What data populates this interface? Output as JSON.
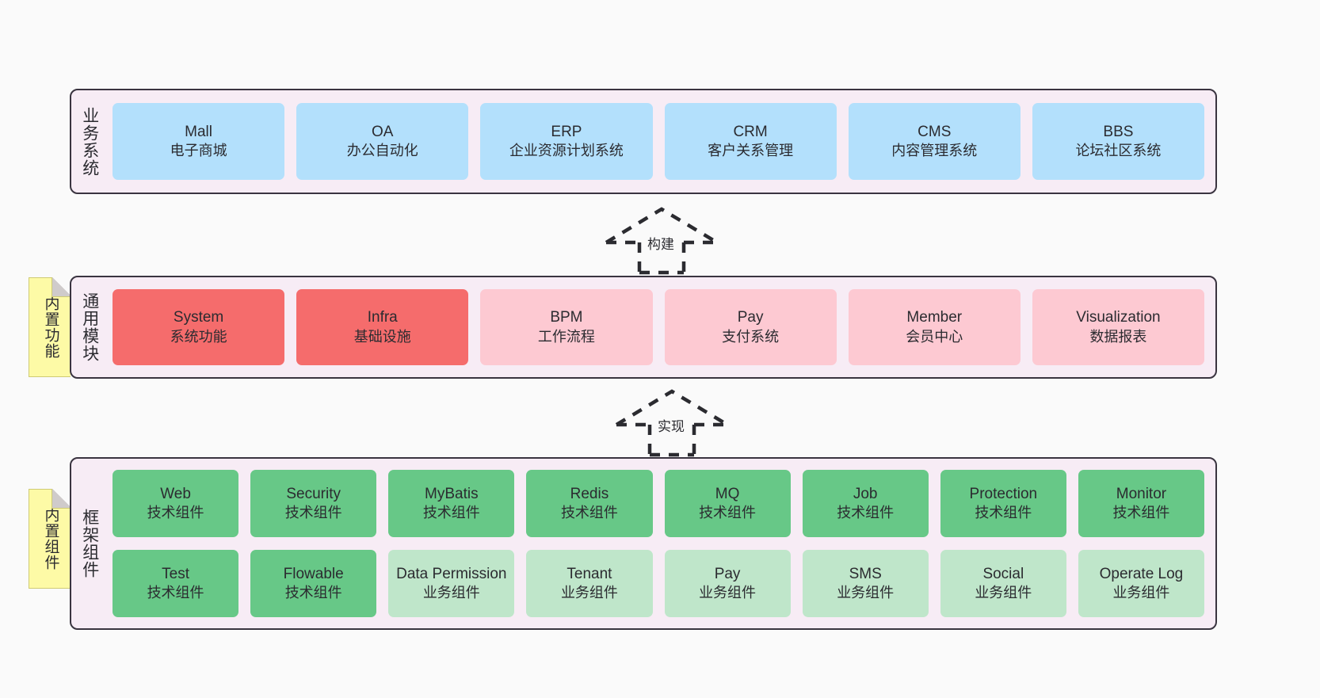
{
  "diagram": {
    "layers": [
      {
        "id": "business",
        "title": "业务系统",
        "rows": [
          {
            "cards": [
              {
                "name": "Mall",
                "desc": "电子商城"
              },
              {
                "name": "OA",
                "desc": "办公自动化"
              },
              {
                "name": "ERP",
                "desc": "企业资源计划系统"
              },
              {
                "name": "CRM",
                "desc": "客户关系管理"
              },
              {
                "name": "CMS",
                "desc": "内容管理系统"
              },
              {
                "name": "BBS",
                "desc": "论坛社区系统"
              }
            ]
          }
        ]
      },
      {
        "id": "common",
        "title": "通用模块",
        "note": "内置功能",
        "rows": [
          {
            "cards": [
              {
                "name": "System",
                "desc": "系统功能"
              },
              {
                "name": "Infra",
                "desc": "基础设施"
              },
              {
                "name": "BPM",
                "desc": "工作流程"
              },
              {
                "name": "Pay",
                "desc": "支付系统"
              },
              {
                "name": "Member",
                "desc": "会员中心"
              },
              {
                "name": "Visualization",
                "desc": "数据报表"
              }
            ]
          }
        ]
      },
      {
        "id": "frame",
        "title": "框架组件",
        "note": "内置组件",
        "rows": [
          {
            "cards": [
              {
                "name": "Web",
                "desc": "技术组件"
              },
              {
                "name": "Security",
                "desc": "技术组件"
              },
              {
                "name": "MyBatis",
                "desc": "技术组件"
              },
              {
                "name": "Redis",
                "desc": "技术组件"
              },
              {
                "name": "MQ",
                "desc": "技术组件"
              },
              {
                "name": "Job",
                "desc": "技术组件"
              },
              {
                "name": "Protection",
                "desc": "技术组件"
              },
              {
                "name": "Monitor",
                "desc": "技术组件"
              }
            ]
          },
          {
            "cards": [
              {
                "name": "Test",
                "desc": "技术组件"
              },
              {
                "name": "Flowable",
                "desc": "技术组件"
              },
              {
                "name": "Data Permission",
                "desc": "业务组件"
              },
              {
                "name": "Tenant",
                "desc": "业务组件"
              },
              {
                "name": "Pay",
                "desc": "业务组件"
              },
              {
                "name": "SMS",
                "desc": "业务组件"
              },
              {
                "name": "Social",
                "desc": "业务组件"
              },
              {
                "name": "Operate Log",
                "desc": "业务组件"
              }
            ]
          }
        ]
      }
    ],
    "connectors": [
      {
        "id": "build",
        "label": "构建"
      },
      {
        "id": "impl",
        "label": "实现"
      }
    ],
    "colors": {
      "canvas_bg": "#fafafa",
      "layer_bg": "#f7ecf5",
      "layer_border": "#3a3440",
      "blue": "#b3e0fc",
      "red": "#f56c6c",
      "pink": "#fdc9d2",
      "green": "#67c887",
      "light_green": "#bfe6ca",
      "note_yellow": "#fdfaa6",
      "text": "#2b2b30"
    }
  }
}
